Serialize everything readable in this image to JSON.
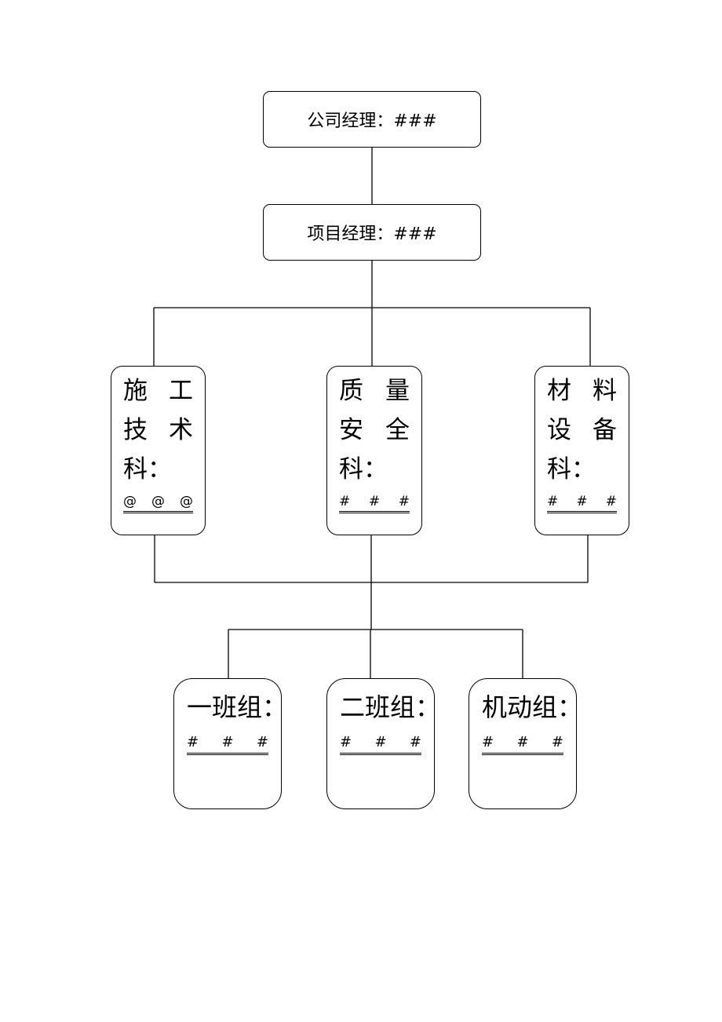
{
  "top": [
    {
      "text": "公司经理：###"
    },
    {
      "text": "项目经理：###"
    }
  ],
  "departments": [
    {
      "lines": [
        "施工",
        "技术",
        "科："
      ],
      "person": "@ @ @"
    },
    {
      "lines": [
        "质量",
        "安全",
        "科："
      ],
      "person": "# # #"
    },
    {
      "lines": [
        "材料",
        "设备",
        "科："
      ],
      "person": "# # #"
    }
  ],
  "teams": [
    {
      "name": "一班组：",
      "person": "# # #"
    },
    {
      "name": "二班组：",
      "person": "# # #"
    },
    {
      "name": "机动组：",
      "person": "# # #"
    }
  ]
}
